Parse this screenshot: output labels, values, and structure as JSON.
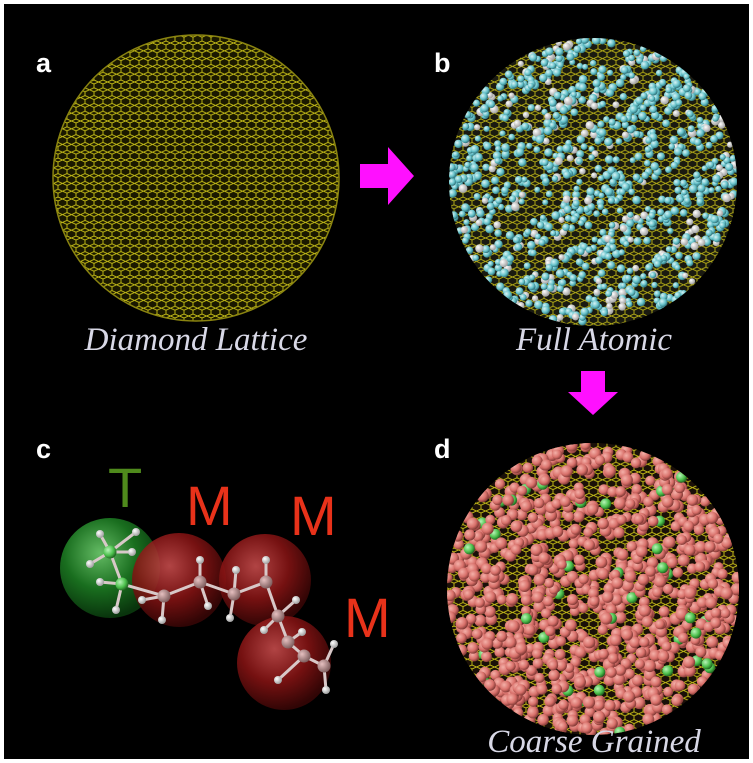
{
  "panels": {
    "a": {
      "letter": "a",
      "caption": "Diamond Lattice"
    },
    "b": {
      "letter": "b",
      "caption": "Full Atomic"
    },
    "c": {
      "letter": "c",
      "bead_labels": [
        "T",
        "M",
        "M",
        "M"
      ]
    },
    "d": {
      "letter": "d",
      "caption": "Coarse Grained"
    }
  },
  "colors": {
    "background": "#000000",
    "lattice": "#c8c018",
    "arrow": "#ff10ff",
    "caption": "#d8d8e6",
    "atom_cyan": "#63c0c8",
    "bead_pink": "#d8706a",
    "bead_green": "#4cc04c",
    "T_label": "#4f8a1c",
    "M_label": "#e8321a",
    "T_sphere": "#1c7a22",
    "M_sphere": "#8a1414"
  }
}
